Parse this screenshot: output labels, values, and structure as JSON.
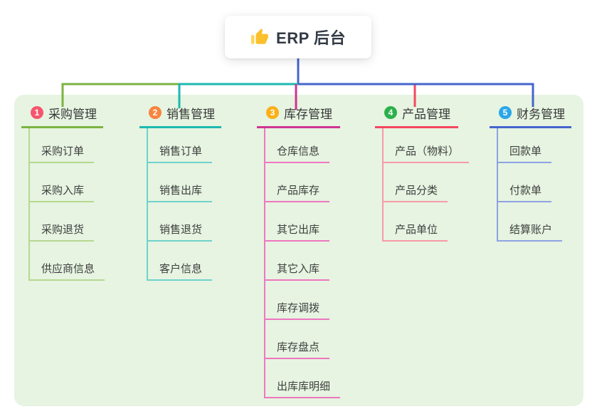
{
  "root": {
    "label": "ERP 后台",
    "icon": "thumbs-up-icon"
  },
  "colors": {
    "canvas_bg": "#e6f4e1",
    "root_stem": "#4565cc",
    "badge_text": "#ffffff",
    "branch_line_colors": [
      "#7cb342",
      "#1cb9b0",
      "#cf3593",
      "#f4475f",
      "#4565cc"
    ],
    "branch_child_line_colors": [
      "#b5d98f",
      "#6fd2cb",
      "#ef77bf",
      "#f89aa8",
      "#8ea3e3"
    ],
    "badge_colors": [
      "#f5566e",
      "#f8853e",
      "#fbb018",
      "#2cb14a",
      "#2ba6ea"
    ]
  },
  "branches": [
    {
      "num": "1",
      "label": "采购管理",
      "children": [
        "采购订单",
        "采购入库",
        "采购退货",
        "供应商信息"
      ]
    },
    {
      "num": "2",
      "label": "销售管理",
      "children": [
        "销售订单",
        "销售出库",
        "销售退货",
        "客户信息"
      ]
    },
    {
      "num": "3",
      "label": "库存管理",
      "children": [
        "仓库信息",
        "产品库存",
        "其它出库",
        "其它入库",
        "库存调拨",
        "库存盘点",
        "出库库明细"
      ]
    },
    {
      "num": "4",
      "label": "产品管理",
      "children": [
        "产品（物料）",
        "产品分类",
        "产品单位"
      ]
    },
    {
      "num": "5",
      "label": "财务管理",
      "children": [
        "回款单",
        "付款单",
        "结算账户"
      ]
    }
  ]
}
